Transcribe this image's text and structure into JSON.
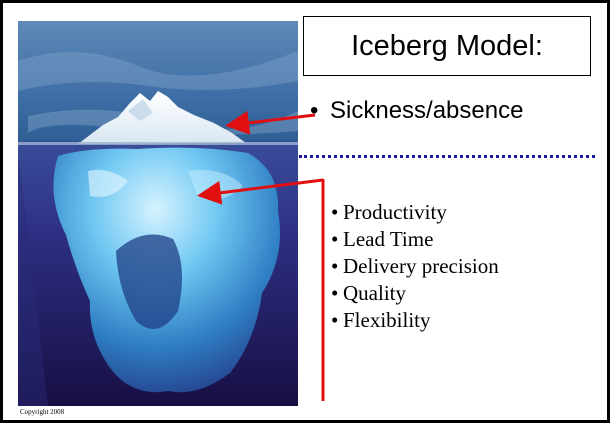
{
  "slide": {
    "title": "Iceberg Model:",
    "above_water": {
      "items": [
        "Sickness/absence"
      ]
    },
    "below_water": {
      "items": [
        "Productivity",
        "Lead Time",
        "Delivery precision",
        "Quality",
        "Flexibility"
      ]
    },
    "copyright": "Copyright 2008",
    "bullet": "•"
  },
  "colors": {
    "arrow": "#e01010",
    "waterline": "#1a1aa6",
    "bracket": "#e01010",
    "sky_top": "#2f5f95",
    "sea_deep": "#1b1650",
    "ice_light": "#bfe8ff"
  },
  "image": {
    "subject": "iceberg photo"
  }
}
